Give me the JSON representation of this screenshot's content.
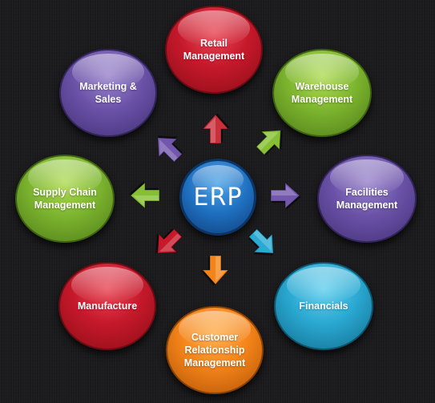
{
  "center": {
    "label": "ERP"
  },
  "modules": [
    {
      "id": "retail",
      "lines": [
        "Retail",
        "Management"
      ],
      "color": "#c6192b"
    },
    {
      "id": "warehouse",
      "lines": [
        "Warehouse",
        "Management"
      ],
      "color": "#7db52f"
    },
    {
      "id": "facilities",
      "lines": [
        "Facilities",
        "Management"
      ],
      "color": "#6b52a8"
    },
    {
      "id": "financials",
      "lines": [
        "Financials"
      ],
      "color": "#2aa9d2"
    },
    {
      "id": "crm",
      "lines": [
        "Customer",
        "Relationship",
        "Management"
      ],
      "color": "#f4841a"
    },
    {
      "id": "manufacture",
      "lines": [
        "Manufacture"
      ],
      "color": "#c6192b"
    },
    {
      "id": "supply-chain",
      "lines": [
        "Supply Chain",
        "Management"
      ],
      "color": "#7db52f"
    },
    {
      "id": "marketing",
      "lines": [
        "Marketing &",
        "Sales"
      ],
      "color": "#6b52a8"
    }
  ],
  "arrow_colors": {
    "up": "#c9303c",
    "up-right": "#86bf33",
    "right": "#7357ad",
    "down-right": "#2aa9d2",
    "down": "#f4841a",
    "down-left": "#c6192b",
    "left": "#86bf33",
    "up-left": "#7357ad"
  }
}
